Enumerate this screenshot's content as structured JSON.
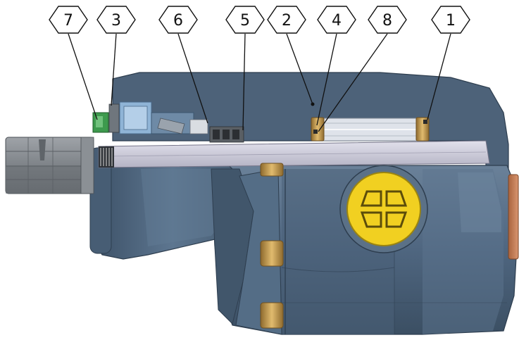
{
  "callouts": [
    {
      "id": "7",
      "label": "7"
    },
    {
      "id": "3",
      "label": "3"
    },
    {
      "id": "6",
      "label": "6"
    },
    {
      "id": "5",
      "label": "5"
    },
    {
      "id": "2",
      "label": "2"
    },
    {
      "id": "4",
      "label": "4"
    },
    {
      "id": "8",
      "label": "8"
    },
    {
      "id": "1",
      "label": "1"
    }
  ],
  "colors": {
    "housing": "#4e6379",
    "housing_dark": "#34475a",
    "housing_light": "#6f869d",
    "shaft": "#c9c8d6",
    "shaft_end": "#8d9196",
    "brass": "#c9a058",
    "cap_yellow": "#f1d021",
    "bearing_blue": "#8fb4d6",
    "seal_green": "#3d9a4d",
    "copper": "#c37b50"
  },
  "icons": {
    "port_cap": "cross-plug-icon",
    "callout_marker": "hexagon-callout-icon"
  }
}
